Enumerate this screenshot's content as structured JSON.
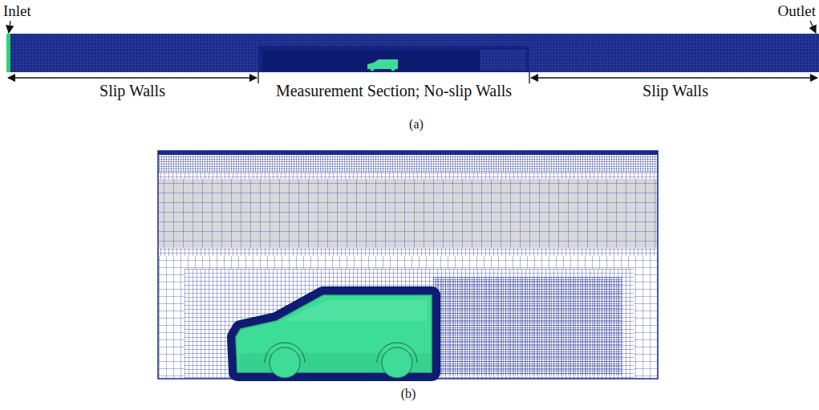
{
  "diagram": {
    "labels": [
      "Inlet",
      "Outlet",
      "Slip Walls",
      "Measurement Section; No-slip Walls",
      "Slip Walls",
      "(a)",
      "(b)"
    ]
  }
}
